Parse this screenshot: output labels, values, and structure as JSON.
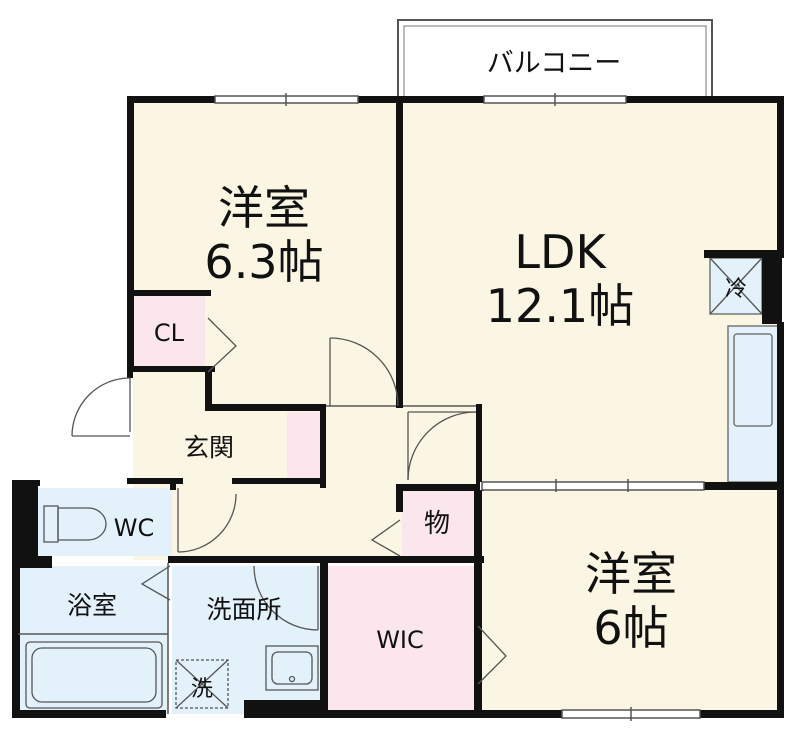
{
  "colors": {
    "floor": "#fbf6e3",
    "closet": "#fbe6ee",
    "wet": "#e3f1fb",
    "wall": "#111111",
    "line": "#555555"
  },
  "labels": {
    "balcony": "バルコニー",
    "ldk_name": "LDK",
    "ldk_size": "12.1帖",
    "west_room_name": "洋室",
    "west_room_size": "6.3帖",
    "south_room_name": "洋室",
    "south_room_size": "6帖",
    "closet": "CL",
    "entrance": "玄関",
    "toilet": "WC",
    "storage": "物",
    "bath": "浴室",
    "washroom": "洗面所",
    "walk_in_closet": "WIC",
    "washer": "洗",
    "fridge": "冷"
  }
}
